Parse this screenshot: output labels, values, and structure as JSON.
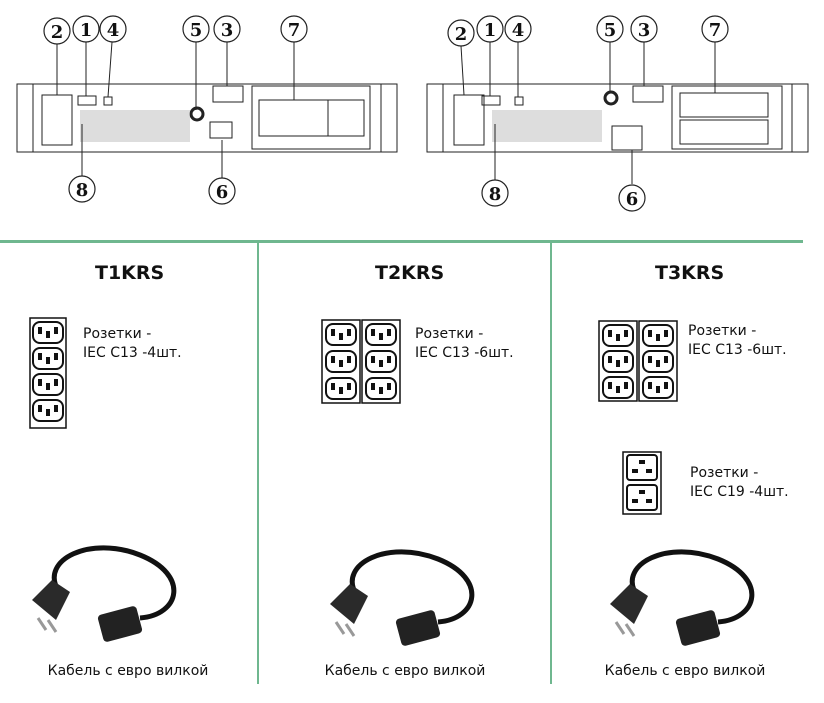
{
  "rear_panels": [
    {
      "callouts": [
        "2",
        "1",
        "4",
        "5",
        "3",
        "7",
        "8",
        "6"
      ]
    },
    {
      "callouts": [
        "2",
        "1",
        "4",
        "5",
        "3",
        "7",
        "8",
        "6"
      ]
    }
  ],
  "models": [
    {
      "title": "T1KRS",
      "outlets": [
        {
          "label1": "Розетки -",
          "label2": "IEC C13 -4шт."
        }
      ],
      "cable": "Кабель с евро вилкой"
    },
    {
      "title": "T2KRS",
      "outlets": [
        {
          "label1": "Розетки -",
          "label2": "IEC C13 -6шт."
        }
      ],
      "cable": "Кабель с евро вилкой"
    },
    {
      "title": "T3KRS",
      "outlets": [
        {
          "label1": "Розетки -",
          "label2": "IEC C13 -6шт."
        },
        {
          "label1": "Розетки -",
          "label2": "IEC C19 -4шт."
        }
      ],
      "cable": "Кабель с евро вилкой"
    }
  ],
  "colors": {
    "divider": "#6fb78f"
  }
}
